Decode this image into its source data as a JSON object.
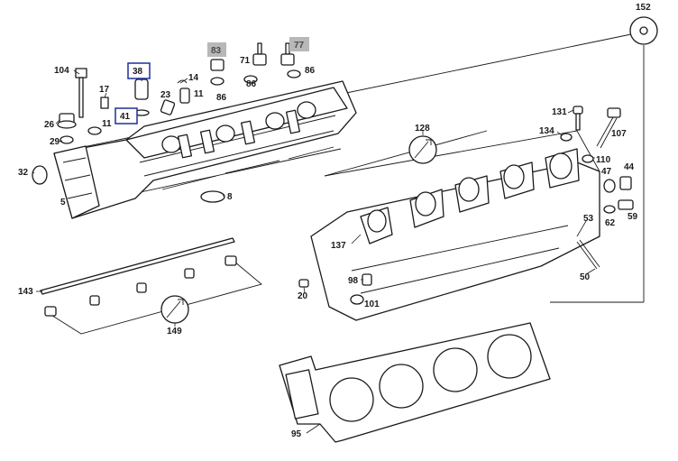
{
  "diagram": {
    "callouts": [
      {
        "id": "c152",
        "label": "152"
      },
      {
        "id": "c83",
        "label": "83"
      },
      {
        "id": "c77",
        "label": "77"
      },
      {
        "id": "c71",
        "label": "71"
      },
      {
        "id": "c86a",
        "label": "86"
      },
      {
        "id": "c86b",
        "label": "86"
      },
      {
        "id": "c86c",
        "label": "86"
      },
      {
        "id": "c104",
        "label": "104"
      },
      {
        "id": "c38",
        "label": "38"
      },
      {
        "id": "c14",
        "label": "14"
      },
      {
        "id": "c17",
        "label": "17"
      },
      {
        "id": "c23",
        "label": "23"
      },
      {
        "id": "c11a",
        "label": "11"
      },
      {
        "id": "c11b",
        "label": "11"
      },
      {
        "id": "c41",
        "label": "41"
      },
      {
        "id": "c26",
        "label": "26"
      },
      {
        "id": "c29",
        "label": "29"
      },
      {
        "id": "c32",
        "label": "32"
      },
      {
        "id": "c5",
        "label": "5"
      },
      {
        "id": "c8",
        "label": "8"
      },
      {
        "id": "c128",
        "label": "128"
      },
      {
        "id": "c131",
        "label": "131"
      },
      {
        "id": "c134",
        "label": "134"
      },
      {
        "id": "c107",
        "label": "107"
      },
      {
        "id": "c110",
        "label": "110"
      },
      {
        "id": "c47",
        "label": "47"
      },
      {
        "id": "c44",
        "label": "44"
      },
      {
        "id": "c62",
        "label": "62"
      },
      {
        "id": "c59",
        "label": "59"
      },
      {
        "id": "c53",
        "label": "53"
      },
      {
        "id": "c137",
        "label": "137"
      },
      {
        "id": "c50",
        "label": "50"
      },
      {
        "id": "c98",
        "label": "98"
      },
      {
        "id": "c101",
        "label": "101"
      },
      {
        "id": "c20",
        "label": "20"
      },
      {
        "id": "c143",
        "label": "143"
      },
      {
        "id": "c149",
        "label": "149"
      },
      {
        "id": "c95",
        "label": "95"
      }
    ],
    "highlight_color": "#1f2f9a",
    "grey_label_color": "#b8b8b8"
  }
}
